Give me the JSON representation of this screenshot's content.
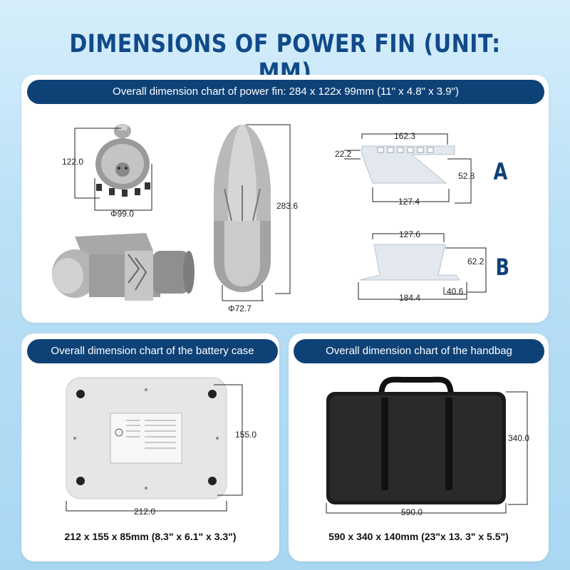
{
  "title": "DIMENSIONS OF POWER FIN (UNIT: MM)",
  "power_fin": {
    "header": "Overall dimension chart of power fin: 284 x 122x 99mm (11\" x 4.8\" x 3.9\")",
    "height_front": "122.0",
    "diameter_front": "Φ99.0",
    "length_side": "283.6",
    "diameter_side": "Φ72.7"
  },
  "fin_a": {
    "label": "A",
    "top": "162.3",
    "left": "22.2",
    "height": "52.8",
    "bottom": "127.4"
  },
  "fin_b": {
    "label": "B",
    "top": "127.6",
    "height": "62.2",
    "bottom": "184.4",
    "right": "40.6"
  },
  "battery_case": {
    "header": "Overall dimension chart of the battery case",
    "height": "155.0",
    "width": "212.0",
    "caption": "212 x 155 x 85mm (8.3\" x 6.1\" x 3.3\")"
  },
  "handbag": {
    "header": "Overall dimension chart of the handbag",
    "height": "340.0",
    "width": "590.0",
    "caption": "590 x 340 x 140mm (23\"x 13. 3\" x 5.5\")"
  },
  "colors": {
    "header_bg": "#0e4277",
    "title": "#114a8a",
    "background": "#b9e0f6"
  }
}
